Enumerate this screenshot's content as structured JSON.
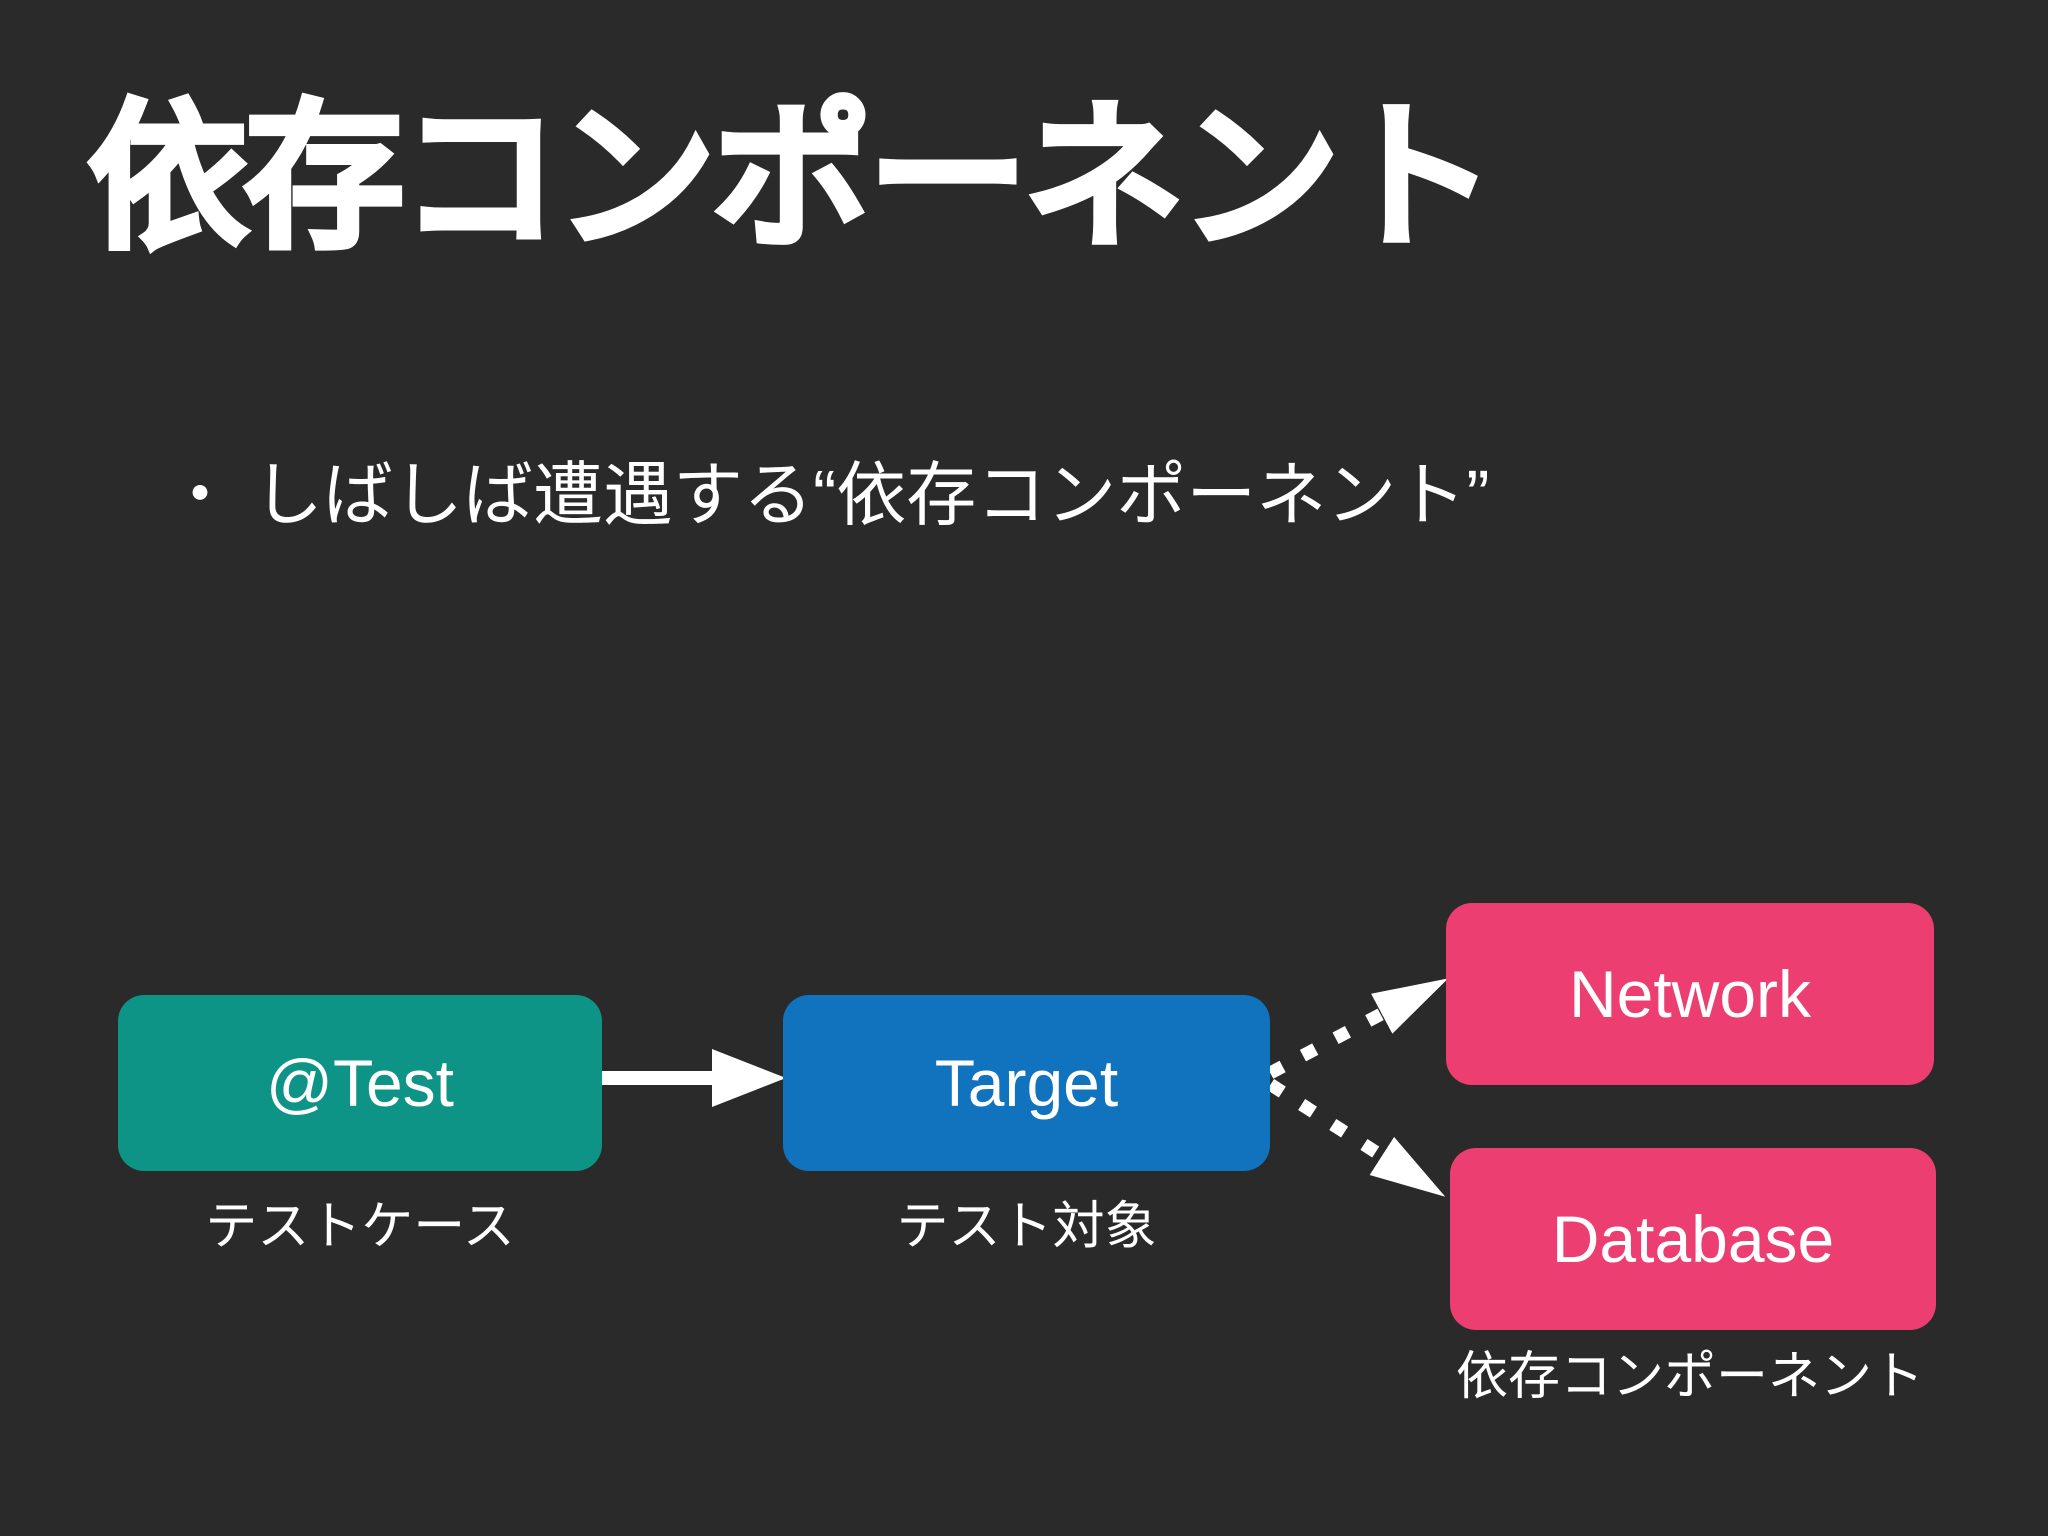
{
  "slide": {
    "background_color": "#2B2A2A",
    "text_color": "#FFFFFF",
    "title": "依存コンポーネント",
    "bullet": {
      "marker": "・",
      "text": "しばしば遭遇する“依存コンポーネント”"
    },
    "diagram": {
      "nodes": [
        {
          "label": "@Test",
          "caption": "テストケース",
          "color": "#0E9486"
        },
        {
          "label": "Target",
          "caption": "テスト対象",
          "color": "#1172BE"
        },
        {
          "label": "Network",
          "caption": "",
          "color": "#EC3E70"
        },
        {
          "label": "Database",
          "caption": "",
          "color": "#EC3E70"
        }
      ],
      "group_caption": "依存コンポーネント",
      "edges": [
        {
          "from": "@Test",
          "to": "Target",
          "style": "solid"
        },
        {
          "from": "Target",
          "to": "Network",
          "style": "dotted"
        },
        {
          "from": "Target",
          "to": "Database",
          "style": "dotted"
        }
      ],
      "arrow_color": "#FFFFFF"
    }
  }
}
